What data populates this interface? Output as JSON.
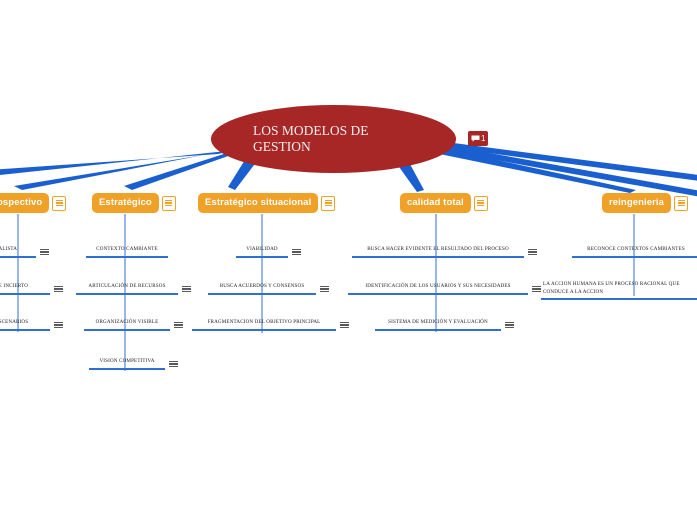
{
  "canvas": {
    "background": "#ffffff",
    "edge_color": "#1a5fd0",
    "branch_color": "#efa128",
    "root_color": "#a72626",
    "leaf_underline_color": "#2f6fd0"
  },
  "root": {
    "label": "LOS MODELOS DE\nGESTION",
    "badge": {
      "icon": "comment-icon",
      "count": "1"
    }
  },
  "branches": [
    {
      "label": "ospectivo",
      "note_icon": "note-icon",
      "children": [
        {
          "label": "ONALISTA",
          "icon": "note-lines-icon"
        },
        {
          "label": "LTIPLE E INCIERTO",
          "icon": "note-lines-icon"
        },
        {
          "label": "ON DE ESCENARIOS",
          "icon": "note-lines-icon"
        }
      ]
    },
    {
      "label": "Estratégico",
      "note_icon": "note-icon",
      "children": [
        {
          "label": "CONTEXTO CAMBIANTE",
          "icon": ""
        },
        {
          "label": "ARTICULACIÓN DE RECURSOS",
          "icon": "note-lines-icon"
        },
        {
          "label": "ORGANIZACIÓN VISIBLE",
          "icon": "note-lines-icon"
        },
        {
          "label": "VISION COMPETITIVA",
          "icon": "note-lines-icon"
        }
      ]
    },
    {
      "label": "Estratégico situacional",
      "note_icon": "note-icon",
      "children": [
        {
          "label": "VIABILIDAD",
          "icon": "note-lines-icon"
        },
        {
          "label": "BUSCA ACUERDOS Y CONSENSOS",
          "icon": "note-lines-icon"
        },
        {
          "label": "FRAGMENTACION DEL OBJETIVO PRINCIPAL",
          "icon": "note-lines-icon"
        }
      ]
    },
    {
      "label": "calidad total",
      "note_icon": "note-icon",
      "children": [
        {
          "label": "BUSCA HACER EVIDENTE EL RESULTADO DEL PROCESO",
          "icon": "note-lines-icon"
        },
        {
          "label": "IDENTIFICACIÓN DE LOS USUARIOS Y SUS NECESIDADES",
          "icon": "note-lines-icon"
        },
        {
          "label": "SISTEMA DE MEDICIÓN Y EVALUACIÓN",
          "icon": "note-lines-icon"
        }
      ]
    },
    {
      "label": "reingenieria",
      "note_icon": "note-icon",
      "children": [
        {
          "label": "RECONOCE CONTEXTOS CAMBIANTES",
          "icon": ""
        },
        {
          "label": "LA ACCION HUMANA ES UN PROCESO RACIONAL QUE\nCONDUCE A LA ACCION",
          "icon": ""
        }
      ]
    }
  ]
}
